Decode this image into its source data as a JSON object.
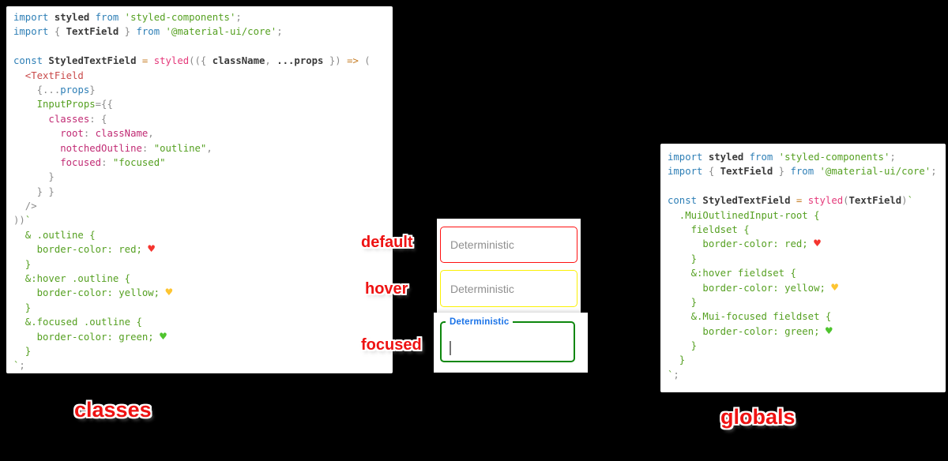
{
  "background": "#000000",
  "label_color": "#ee1212",
  "syntax_colors": {
    "kw": "#2e7fb6",
    "blue": "#2e7fb6",
    "id": "#3a3a3a",
    "pun": "#8b8b8b",
    "str": "#55a021",
    "css": "#55a021",
    "pink": "#e5397a",
    "key": "#c12b74",
    "tag": "#c94a4a",
    "op": "#c57c23",
    "hr": "#f5342e",
    "hy": "#fdc531",
    "hg": "#4fc42e"
  },
  "code_blocks": {
    "classes": {
      "lines": [
        [
          [
            "kw",
            "import"
          ],
          [
            "id",
            " styled "
          ],
          [
            "kw",
            "from"
          ],
          [
            "str",
            " 'styled-components'"
          ],
          [
            "pun",
            ";"
          ]
        ],
        [
          [
            "kw",
            "import"
          ],
          [
            "pun",
            " { "
          ],
          [
            "id",
            "TextField"
          ],
          [
            "pun",
            " } "
          ],
          [
            "kw",
            "from"
          ],
          [
            "str",
            " '@material-ui/core'"
          ],
          [
            "pun",
            ";"
          ]
        ],
        [],
        [
          [
            "kw",
            "const"
          ],
          [
            "id",
            " StyledTextField "
          ],
          [
            "op",
            "="
          ],
          [
            "pink",
            " styled"
          ],
          [
            "pun",
            "(({ "
          ],
          [
            "id",
            "className"
          ],
          [
            "pun",
            ", "
          ],
          [
            "id",
            "...props"
          ],
          [
            "pun",
            " }) "
          ],
          [
            "op",
            "=>"
          ],
          [
            "pun",
            " ("
          ]
        ],
        [
          [
            "tag",
            "  <TextField"
          ]
        ],
        [
          [
            "pun",
            "    {..."
          ],
          [
            "blue",
            "props"
          ],
          [
            "pun",
            "}"
          ]
        ],
        [
          [
            "str",
            "    InputProps"
          ],
          [
            "pun",
            "={{"
          ]
        ],
        [
          [
            "key",
            "      classes"
          ],
          [
            "pun",
            ": {"
          ]
        ],
        [
          [
            "key",
            "        root"
          ],
          [
            "pun",
            ": "
          ],
          [
            "key",
            "className"
          ],
          [
            "pun",
            ","
          ]
        ],
        [
          [
            "key",
            "        notchedOutline"
          ],
          [
            "pun",
            ": "
          ],
          [
            "str",
            "\"outline\""
          ],
          [
            "pun",
            ","
          ]
        ],
        [
          [
            "key",
            "        focused"
          ],
          [
            "pun",
            ": "
          ],
          [
            "str",
            "\"focused\""
          ]
        ],
        [
          [
            "pun",
            "      }"
          ]
        ],
        [
          [
            "pun",
            "    } }"
          ]
        ],
        [
          [
            "pun",
            "  />"
          ]
        ],
        [
          [
            "pun",
            "))"
          ],
          [
            "str",
            "`"
          ]
        ],
        [
          [
            "css",
            "  & .outline {"
          ]
        ],
        [
          [
            "css",
            "    border-color: red; "
          ],
          [
            "hr",
            "♥"
          ]
        ],
        [
          [
            "css",
            "  }"
          ]
        ],
        [
          [
            "css",
            "  &:hover .outline {"
          ]
        ],
        [
          [
            "css",
            "    border-color: yellow; "
          ],
          [
            "hy",
            "♥"
          ]
        ],
        [
          [
            "css",
            "  }"
          ]
        ],
        [
          [
            "css",
            "  &.focused .outline {"
          ]
        ],
        [
          [
            "css",
            "    border-color: green; "
          ],
          [
            "hg",
            "♥"
          ]
        ],
        [
          [
            "css",
            "  }"
          ]
        ],
        [
          [
            "str",
            "`"
          ],
          [
            "pun",
            ";"
          ]
        ]
      ]
    },
    "globals": {
      "lines": [
        [
          [
            "kw",
            "import"
          ],
          [
            "id",
            " styled "
          ],
          [
            "kw",
            "from"
          ],
          [
            "str",
            " 'styled-components'"
          ],
          [
            "pun",
            ";"
          ]
        ],
        [
          [
            "kw",
            "import"
          ],
          [
            "pun",
            " { "
          ],
          [
            "id",
            "TextField"
          ],
          [
            "pun",
            " } "
          ],
          [
            "kw",
            "from"
          ],
          [
            "str",
            " '@material-ui/core'"
          ],
          [
            "pun",
            ";"
          ]
        ],
        [],
        [
          [
            "kw",
            "const"
          ],
          [
            "id",
            " StyledTextField "
          ],
          [
            "op",
            "="
          ],
          [
            "pink",
            " styled"
          ],
          [
            "pun",
            "("
          ],
          [
            "id",
            "TextField"
          ],
          [
            "pun",
            ")"
          ],
          [
            "str",
            "`"
          ]
        ],
        [
          [
            "css",
            "  .MuiOutlinedInput-root {"
          ]
        ],
        [
          [
            "css",
            "    fieldset {"
          ]
        ],
        [
          [
            "css",
            "      border-color: red; "
          ],
          [
            "hr",
            "♥"
          ]
        ],
        [
          [
            "css",
            "    }"
          ]
        ],
        [
          [
            "css",
            "    &:hover fieldset {"
          ]
        ],
        [
          [
            "css",
            "      border-color: yellow; "
          ],
          [
            "hy",
            "♥"
          ]
        ],
        [
          [
            "css",
            "    }"
          ]
        ],
        [
          [
            "css",
            "    &.Mui-focused fieldset {"
          ]
        ],
        [
          [
            "css",
            "      border-color: green; "
          ],
          [
            "hg",
            "♥"
          ]
        ],
        [
          [
            "css",
            "    }"
          ]
        ],
        [
          [
            "css",
            "  }"
          ]
        ],
        [
          [
            "str",
            "`"
          ],
          [
            "pun",
            ";"
          ]
        ]
      ]
    }
  },
  "fields": {
    "default": {
      "placeholder": "Deterministic",
      "border_color": "red"
    },
    "hover": {
      "placeholder": "Deterministic",
      "border_color": "yellow"
    },
    "focused": {
      "label": "Deterministic",
      "border_color": "green"
    }
  },
  "labels": {
    "default": "default",
    "hover": "hover",
    "focused": "focused",
    "classes": "classes",
    "globals": "globals"
  }
}
